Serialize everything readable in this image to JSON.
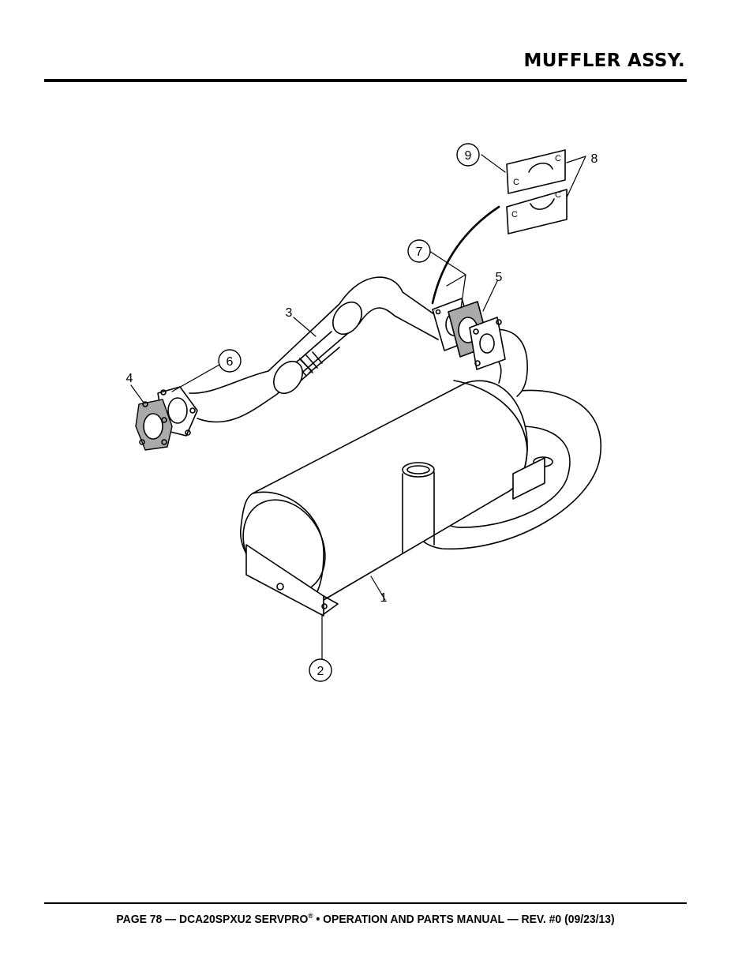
{
  "header": {
    "title": "MUFFLER ASSY."
  },
  "diagram": {
    "callouts": [
      {
        "id": "1",
        "label": "1"
      },
      {
        "id": "2",
        "label": "2"
      },
      {
        "id": "3",
        "label": "3"
      },
      {
        "id": "4",
        "label": "4"
      },
      {
        "id": "5",
        "label": "5"
      },
      {
        "id": "6",
        "label": "6"
      },
      {
        "id": "7",
        "label": "7"
      },
      {
        "id": "8",
        "label": "8"
      },
      {
        "id": "9",
        "label": "9"
      }
    ]
  },
  "footer": {
    "text_before": "PAGE 78 — DCA20SPXU2 SERVPRO",
    "registered": "®",
    "text_after": " • OPERATION AND PARTS MANUAL — REV. #0 (09/23/13)"
  }
}
